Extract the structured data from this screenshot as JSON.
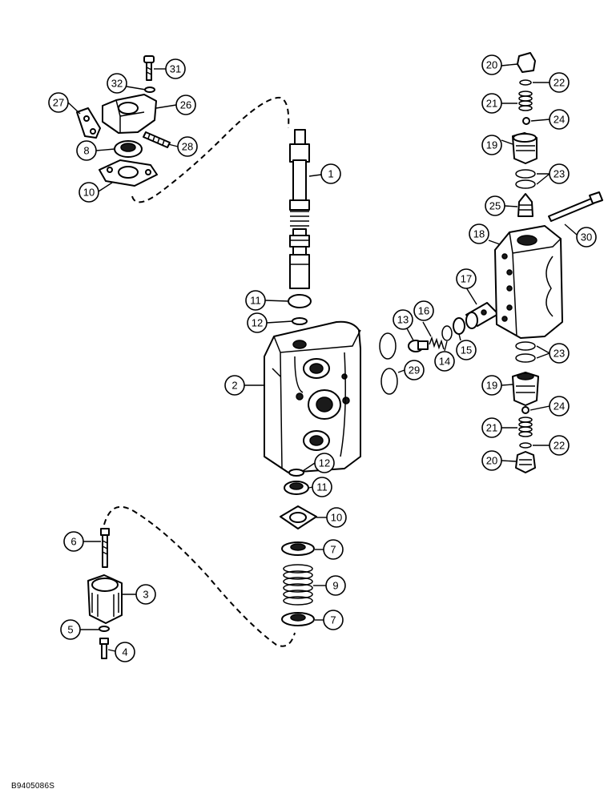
{
  "figure_code": "B9405086S",
  "callouts": {
    "c1": "1",
    "c2": "2",
    "c3": "3",
    "c4": "4",
    "c5": "5",
    "c6": "6",
    "c7a": "7",
    "c7b": "7",
    "c8": "8",
    "c9": "9",
    "c10a": "10",
    "c10b": "10",
    "c11a": "11",
    "c11b": "11",
    "c12a": "12",
    "c12b": "12",
    "c13": "13",
    "c14": "14",
    "c15": "15",
    "c16": "16",
    "c17": "17",
    "c18": "18",
    "c19a": "19",
    "c19b": "19",
    "c20a": "20",
    "c20b": "20",
    "c21a": "21",
    "c21b": "21",
    "c22a": "22",
    "c22b": "22",
    "c23a": "23",
    "c23b": "23",
    "c24a": "24",
    "c24b": "24",
    "c25": "25",
    "c26": "26",
    "c27": "27",
    "c28": "28",
    "c29": "29",
    "c30": "30",
    "c31": "31",
    "c32": "32"
  }
}
